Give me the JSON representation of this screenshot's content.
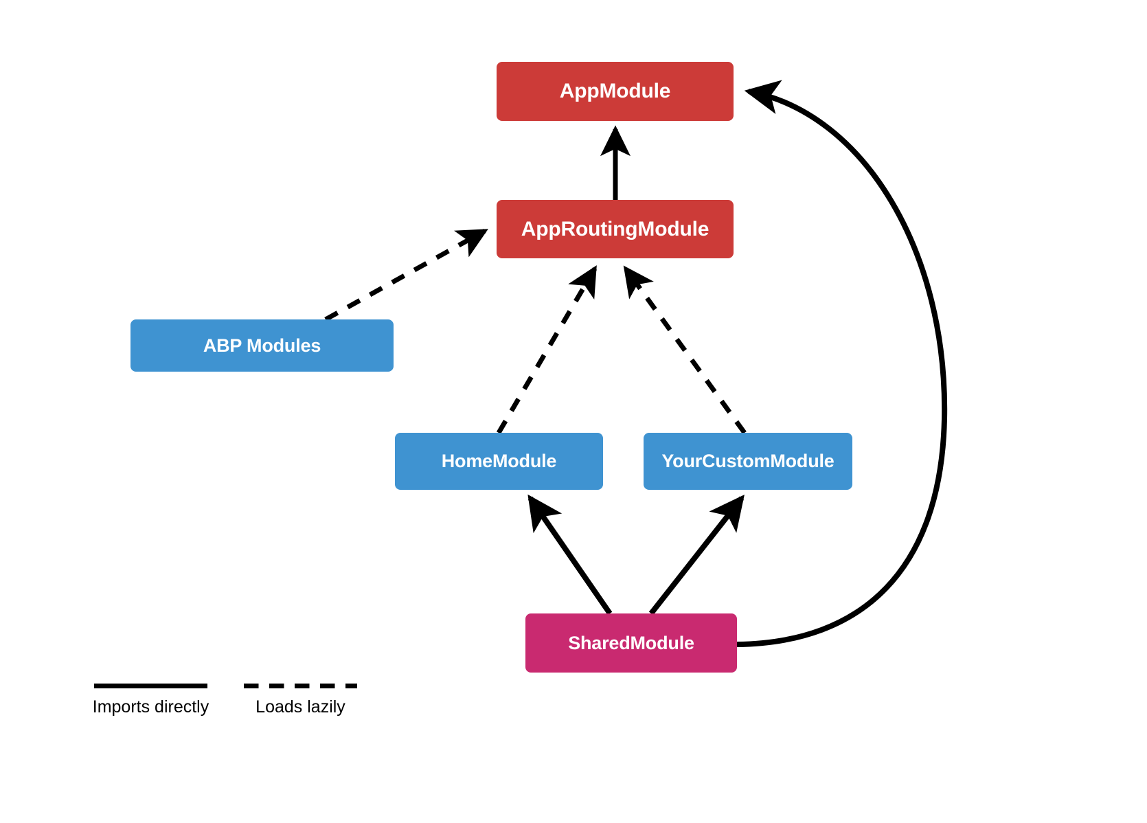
{
  "diagram": {
    "title": "Angular/ABP module dependency diagram",
    "background_color": "#ffffff",
    "colors": {
      "root_module": "#cc3b38",
      "feature_module": "#3f93d1",
      "shared_module": "#c92a70",
      "edge": "#000000",
      "node_text": "#ffffff",
      "legend_text": "#000000"
    },
    "nodes": [
      {
        "id": "app-module",
        "label": "AppModule",
        "kind": "root_module",
        "color": "#cc3b38"
      },
      {
        "id": "app-routing",
        "label": "AppRoutingModule",
        "kind": "root_module",
        "color": "#cc3b38"
      },
      {
        "id": "abp-modules",
        "label": "ABP Modules",
        "kind": "feature_module",
        "color": "#3f93d1"
      },
      {
        "id": "home-module",
        "label": "HomeModule",
        "kind": "feature_module",
        "color": "#3f93d1"
      },
      {
        "id": "your-custom",
        "label": "YourCustomModule",
        "kind": "feature_module",
        "color": "#3f93d1"
      },
      {
        "id": "shared-module",
        "label": "SharedModule",
        "kind": "shared_module",
        "color": "#c92a70"
      }
    ],
    "edges": [
      {
        "id": "edge-approuting-to-appmodule",
        "from": "app-routing",
        "to": "app-module",
        "style": "solid",
        "meaning": "Imports directly"
      },
      {
        "id": "edge-abp-to-approuting",
        "from": "abp-modules",
        "to": "app-routing",
        "style": "dashed",
        "meaning": "Loads lazily"
      },
      {
        "id": "edge-home-to-approuting",
        "from": "home-module",
        "to": "app-routing",
        "style": "dashed",
        "meaning": "Loads lazily"
      },
      {
        "id": "edge-custom-to-approuting",
        "from": "your-custom",
        "to": "app-routing",
        "style": "dashed",
        "meaning": "Loads lazily"
      },
      {
        "id": "edge-shared-to-home",
        "from": "shared-module",
        "to": "home-module",
        "style": "solid",
        "meaning": "Imports directly"
      },
      {
        "id": "edge-shared-to-custom",
        "from": "shared-module",
        "to": "your-custom",
        "style": "solid",
        "meaning": "Imports directly"
      },
      {
        "id": "edge-shared-to-appmodule",
        "from": "shared-module",
        "to": "app-module",
        "style": "solid",
        "meaning": "Imports directly",
        "shape": "curved"
      }
    ]
  },
  "legend": {
    "solid": {
      "label": "Imports directly",
      "style": "solid"
    },
    "dashed": {
      "label": "Loads lazily",
      "style": "dashed"
    }
  }
}
